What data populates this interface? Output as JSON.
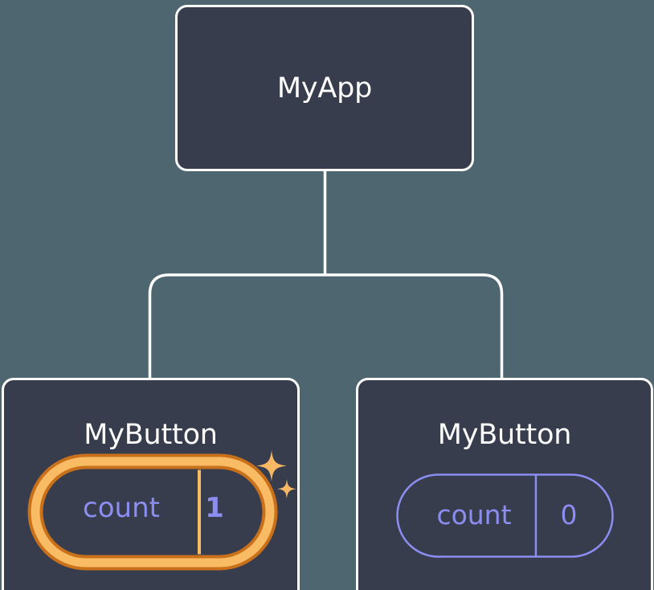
{
  "diagram": {
    "type": "component-tree",
    "background_color": "#4d6670",
    "node_fill_color": "#373d4d",
    "node_border_color": "#ffffff",
    "connector_color": "#ffffff",
    "state_color": "#8c8df0",
    "highlight_outer_color": "#c9711a",
    "highlight_inner_color": "#f9bc64",
    "sparkle_color": "#f8b864"
  },
  "root": {
    "title": "MyApp"
  },
  "children": [
    {
      "title": "MyButton",
      "state": {
        "label": "count",
        "value": "1"
      },
      "highlighted": true,
      "sparkle_icons": [
        "sparkle-large-icon",
        "sparkle-small-icon"
      ]
    },
    {
      "title": "MyButton",
      "state": {
        "label": "count",
        "value": "0"
      },
      "highlighted": false
    }
  ]
}
